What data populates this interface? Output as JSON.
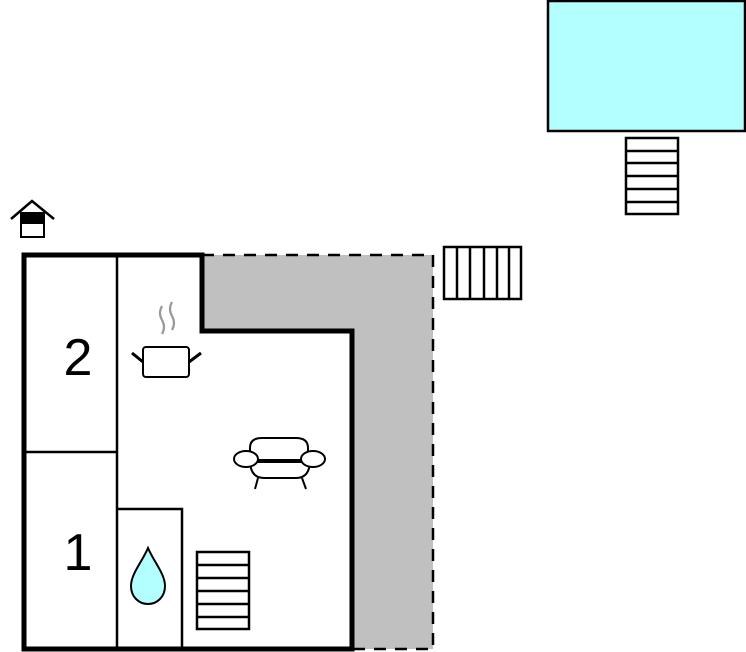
{
  "floorplan": {
    "rooms": [
      {
        "id": "bedroom-2",
        "label": "2"
      },
      {
        "id": "bedroom-1",
        "label": "1"
      }
    ],
    "icons": {
      "entrance": "house-entrance-icon",
      "kitchen": "cooking-pot-icon",
      "living": "sofa-icon",
      "bathroom": "water-drop-icon",
      "stairs_inside": "staircase-icon",
      "stairs_terrace": "staircase-icon",
      "stairs_pool": "staircase-icon",
      "pool": "swimming-pool"
    },
    "colors": {
      "wall": "#000000",
      "terrace": "#c0c0c0",
      "pool": "#b3ffff",
      "water_drop": "#b3ffff",
      "steam": "#999999"
    }
  }
}
